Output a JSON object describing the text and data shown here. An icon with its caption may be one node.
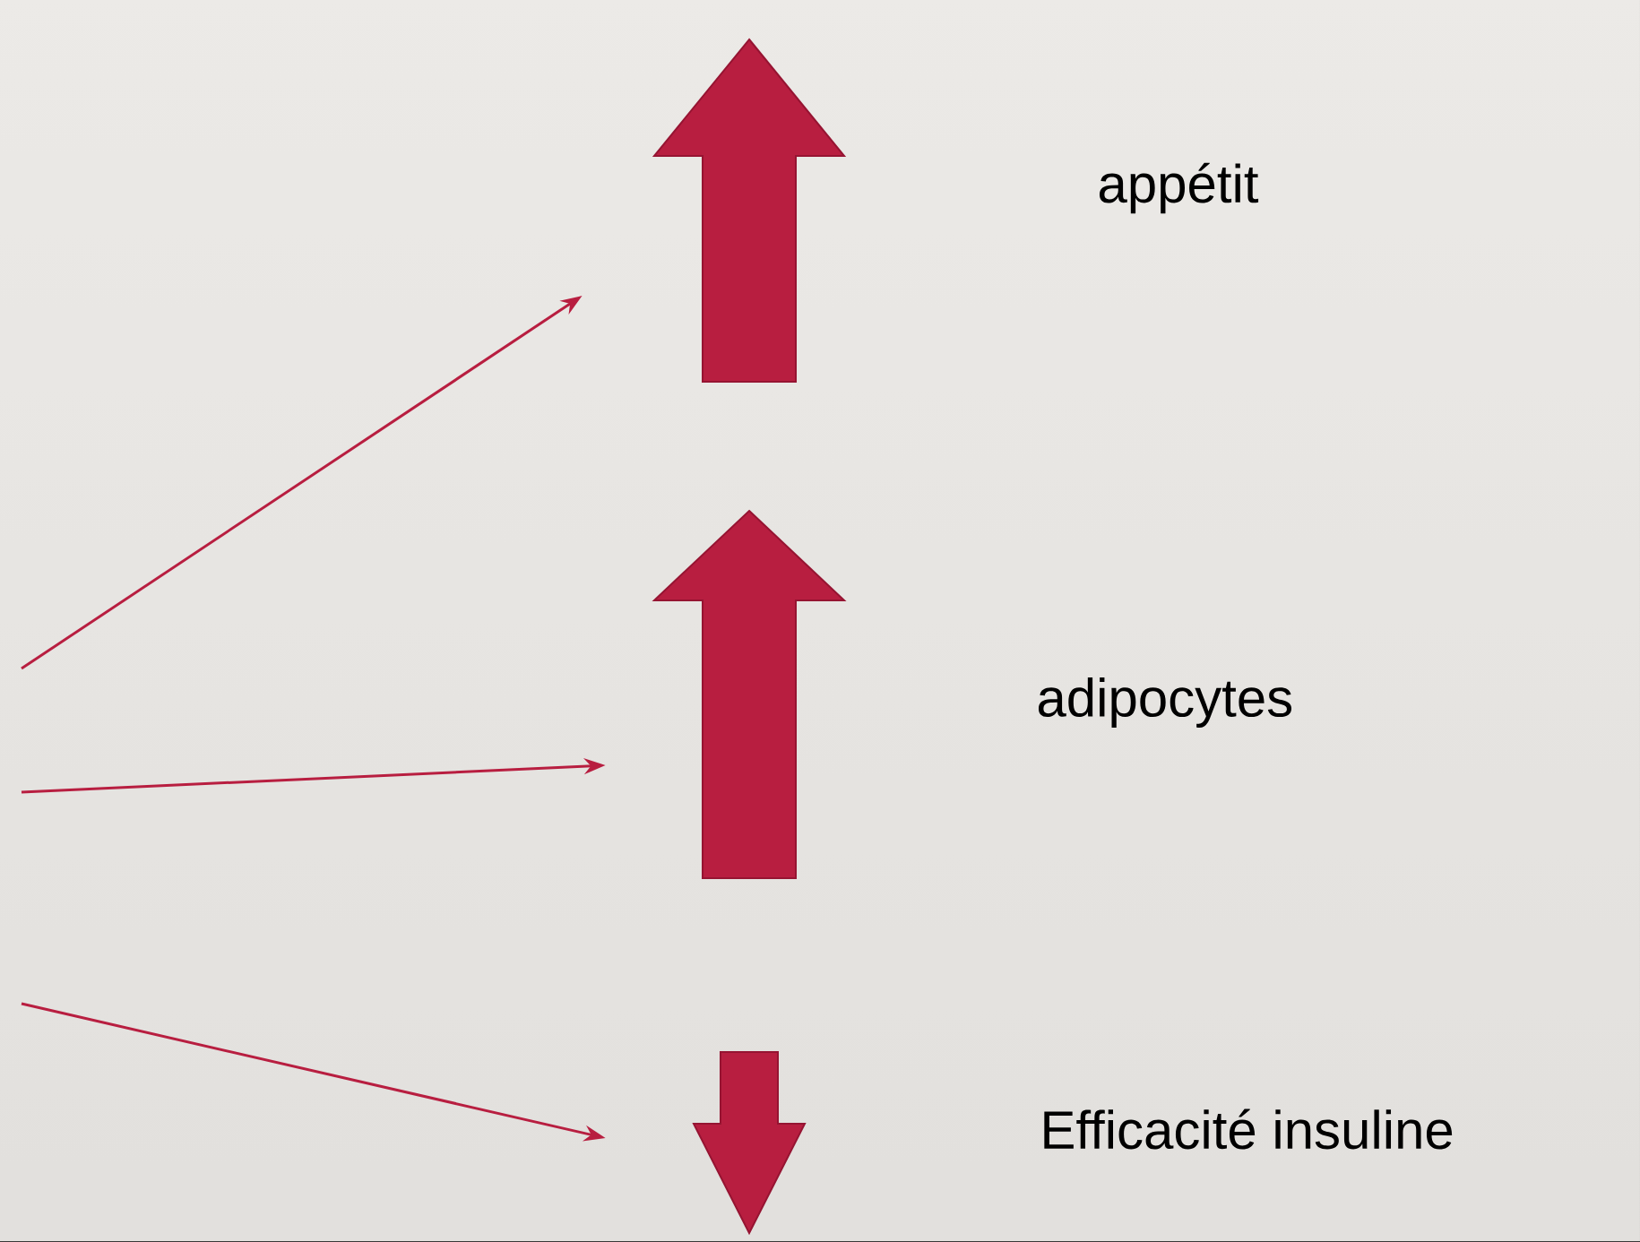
{
  "diagram": {
    "nodes": [
      {
        "text": [],
        "shape": "arrow"
      },
      {
        "text": [],
        "shape": "arrow"
      },
      {
        "text": [],
        "shape": "arrow"
      }
    ],
    "edges": [
      {
        "from": null,
        "to": 0,
        "arrow": "to"
      },
      {
        "from": null,
        "to": 1,
        "arrow": "to"
      },
      {
        "from": null,
        "to": 2,
        "arrow": "to"
      }
    ],
    "labels": [
      "appétit",
      "adipocytes",
      "Efficacité insuline"
    ]
  }
}
